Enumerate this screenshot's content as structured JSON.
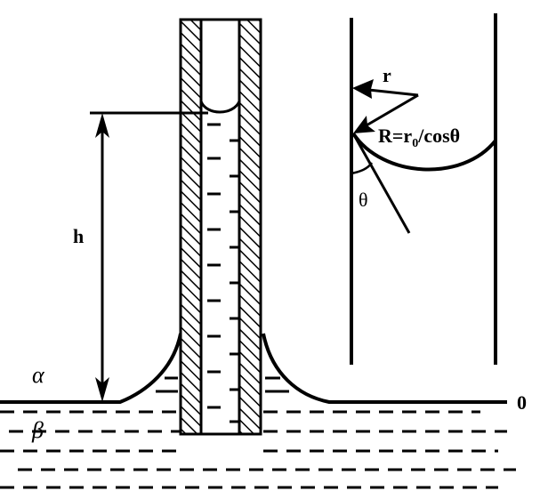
{
  "labels": {
    "height": "h",
    "phase_alpha": "α",
    "phase_beta": "β",
    "zero_level": "0",
    "radius": "r",
    "radius_relation_prefix": "R=r",
    "radius_relation_subscript": "0",
    "radius_relation_suffix": "/cosθ",
    "contact_angle": "θ"
  }
}
